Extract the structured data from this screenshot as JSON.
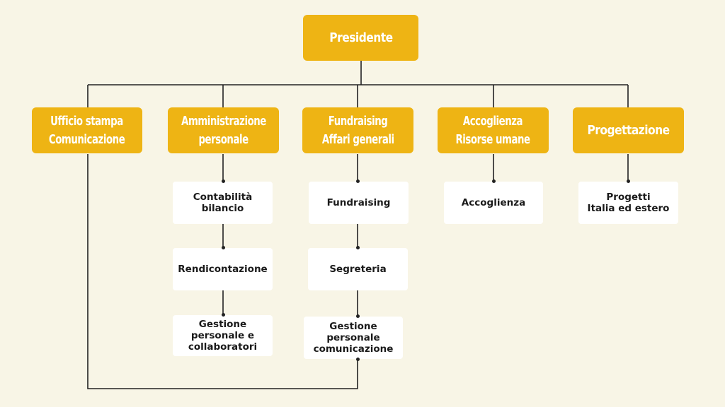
{
  "org": {
    "president": "Presidente",
    "departments": [
      {
        "line1": "Ufficio stampa",
        "line2": "Comunicazione"
      },
      {
        "line1": "Amministrazione",
        "line2": "personale"
      },
      {
        "line1": "Fundraising",
        "line2": "Affari generali"
      },
      {
        "line1": "Accoglienza",
        "line2": "Risorse umane"
      },
      {
        "line1": "Progettazione",
        "line2": ""
      }
    ],
    "admin_units": [
      {
        "line1": "Contabilità",
        "line2": "bilancio",
        "line3": ""
      },
      {
        "line1": "Rendicontazione",
        "line2": "",
        "line3": ""
      },
      {
        "line1": "Gestione",
        "line2": "personale e",
        "line3": "collaboratori"
      }
    ],
    "fundraising_units": [
      {
        "line1": "Fundraising",
        "line2": "",
        "line3": ""
      },
      {
        "line1": "Segreteria",
        "line2": "",
        "line3": ""
      },
      {
        "line1": "Gestione",
        "line2": "personale",
        "line3": "comunicazione"
      }
    ],
    "accoglienza_units": [
      {
        "line1": "Accoglienza",
        "line2": ""
      }
    ],
    "progettazione_units": [
      {
        "line1": "Progetti",
        "line2": "Italia ed estero"
      }
    ]
  },
  "colors": {
    "background": "#f8f5e6",
    "department_fill": "#eeb414",
    "department_text": "#ffffff",
    "unit_fill": "#ffffff",
    "unit_text": "#1a1a1a",
    "connector": "#222222"
  }
}
